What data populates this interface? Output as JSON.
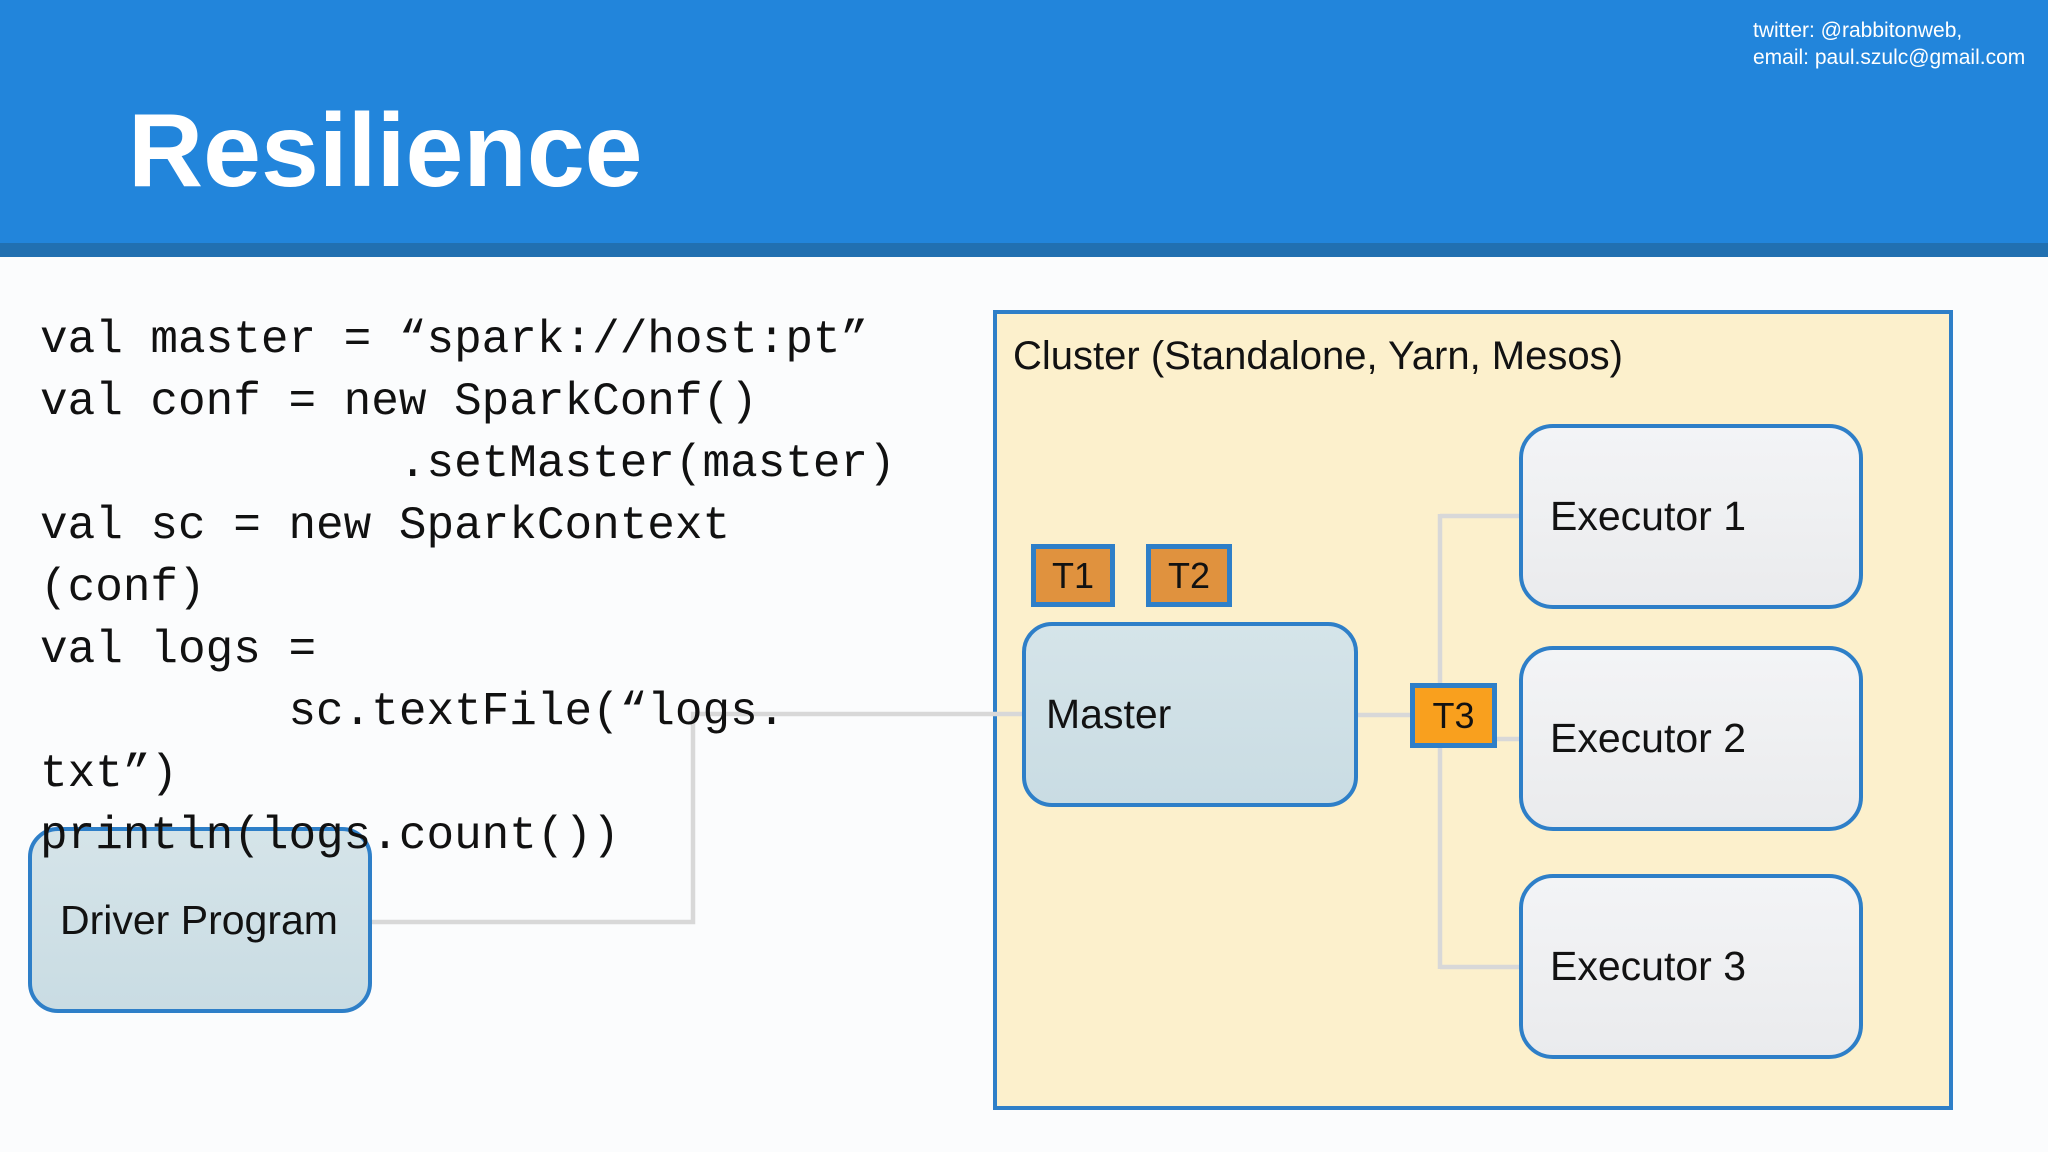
{
  "slide": {
    "title": "Resilience",
    "contact": {
      "line1": "twitter: @rabbitonweb,",
      "line2": "email: paul.szulc@gmail.com"
    }
  },
  "code": {
    "lines": [
      "val master = “spark://host:pt”",
      "val conf = new SparkConf()",
      "             .setMaster(master)",
      "val sc = new SparkContext",
      "(conf)",
      "val logs =",
      "         sc.textFile(“logs.",
      "txt”)",
      "println(logs.count())"
    ]
  },
  "diagram": {
    "cluster": {
      "label": "Cluster (Standalone, Yarn, Mesos)"
    },
    "driver": {
      "label": "Driver Program"
    },
    "master": {
      "label": "Master"
    },
    "tasks": [
      {
        "label": "T1"
      },
      {
        "label": "T2"
      },
      {
        "label": "T3"
      }
    ],
    "executors": [
      {
        "label": "Executor 1"
      },
      {
        "label": "Executor 2"
      },
      {
        "label": "Executor 3"
      }
    ]
  },
  "colors": {
    "header_blue": "#2285DB",
    "header_strip_blue": "#2170B1",
    "cluster_fill": "#FCF0CC",
    "node_border_blue": "#2E7FC8",
    "master_driver_fill": "#CDDFE5",
    "executor_fill": "#F0F1F3",
    "task_orange": "#E0923E",
    "task3_orange": "#F9A01E",
    "connector_gray": "#D8D8D8",
    "title_text": "#FFFFFF"
  }
}
